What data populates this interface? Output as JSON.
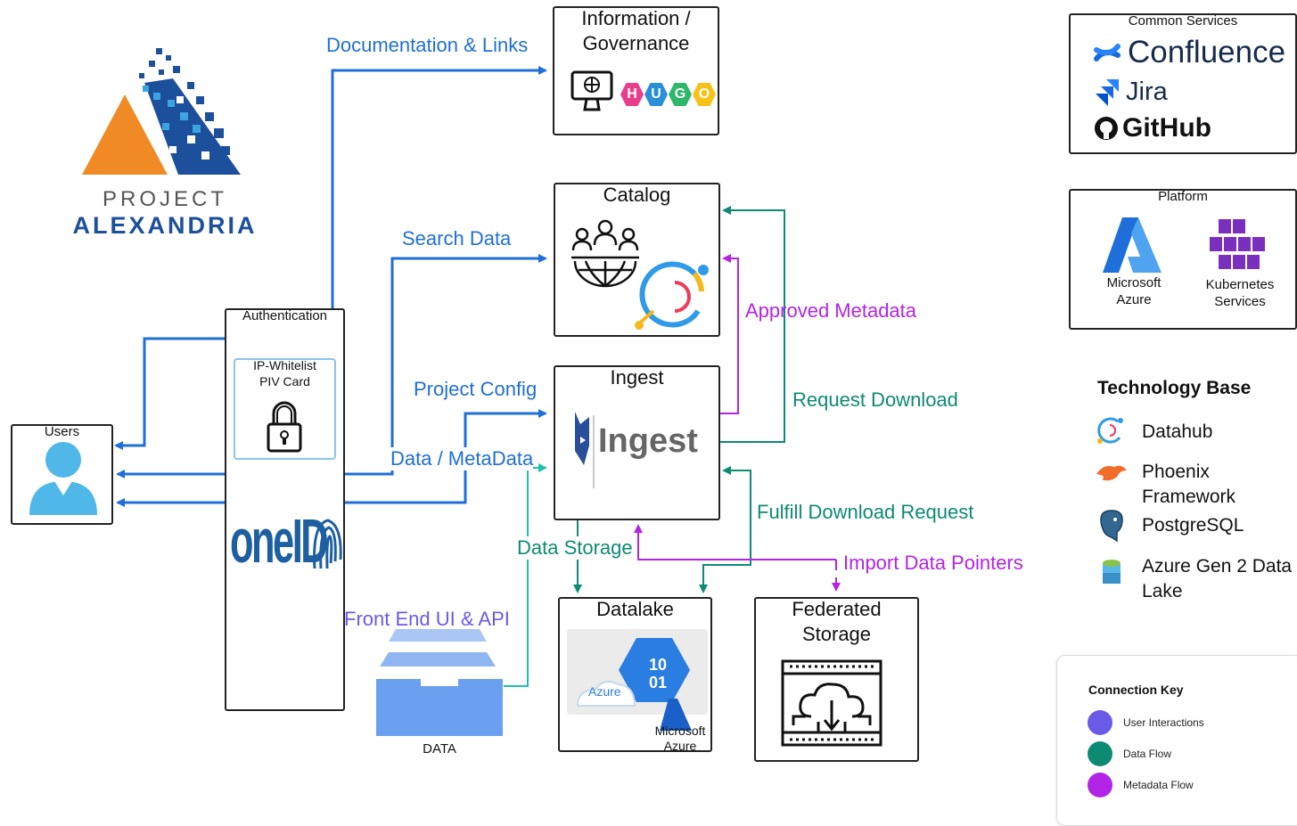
{
  "logo": {
    "line1": "PROJECT",
    "line2": "ALEXANDRIA"
  },
  "users": {
    "label": "Users"
  },
  "auth": {
    "title": "Authentication",
    "whitelist_line1": "IP-Whitelist",
    "whitelist_line2": "PIV Card",
    "oneid_text": "oneID"
  },
  "info": {
    "title_line1": "Information /",
    "title_line2": "Governance",
    "hugo_letters": [
      "H",
      "U",
      "G",
      "O"
    ]
  },
  "catalog": {
    "title": "Catalog"
  },
  "ingest": {
    "title": "Ingest",
    "logo_text": "Ingest"
  },
  "datalake": {
    "title": "Datalake",
    "azure_tag": "Azure",
    "hex_line1": "10",
    "hex_line2": "01",
    "ms_line1": "Microsoft",
    "ms_line2": "Azure"
  },
  "federated": {
    "title_line1": "Federated",
    "title_line2": "Storage"
  },
  "data_store": {
    "label": "DATA"
  },
  "connections": {
    "documentation": "Documentation & Links",
    "search": "Search Data",
    "project_config": "Project Config",
    "data_metadata": "Data / MetaData",
    "front_end": "Front End UI & API",
    "data_storage": "Data Storage",
    "approved_metadata": "Approved Metadata",
    "request_download": "Request Download",
    "fulfill_download": "Fulfill Download Request",
    "import_pointers": "Import Data Pointers"
  },
  "common_services": {
    "title": "Common Services",
    "items": [
      "Confluence",
      "Jira",
      "GitHub"
    ]
  },
  "platform": {
    "title": "Platform",
    "azure_line1": "Microsoft",
    "azure_line2": "Azure",
    "k8s_line1": "Kubernetes",
    "k8s_line2": "Services"
  },
  "tech_base": {
    "title": "Technology Base",
    "items": [
      {
        "line1": "Datahub",
        "line2": ""
      },
      {
        "line1": "Phoenix",
        "line2": "Framework"
      },
      {
        "line1": "PostgreSQL",
        "line2": ""
      },
      {
        "line1": "Azure Gen 2 Data",
        "line2": "Lake"
      }
    ]
  },
  "connection_key": {
    "title": "Connection Key",
    "items": [
      {
        "label": "User Interactions",
        "color": "#6a5ae8"
      },
      {
        "label": "Data Flow",
        "color": "#0d8a72"
      },
      {
        "label": "Metadata Flow",
        "color": "#b224e6"
      }
    ]
  },
  "colors": {
    "blue": "#1f6fd8",
    "green": "#0d8a72",
    "purple": "#b224e6",
    "violet": "#6a5ae8",
    "teal": "#1fbfb0"
  }
}
